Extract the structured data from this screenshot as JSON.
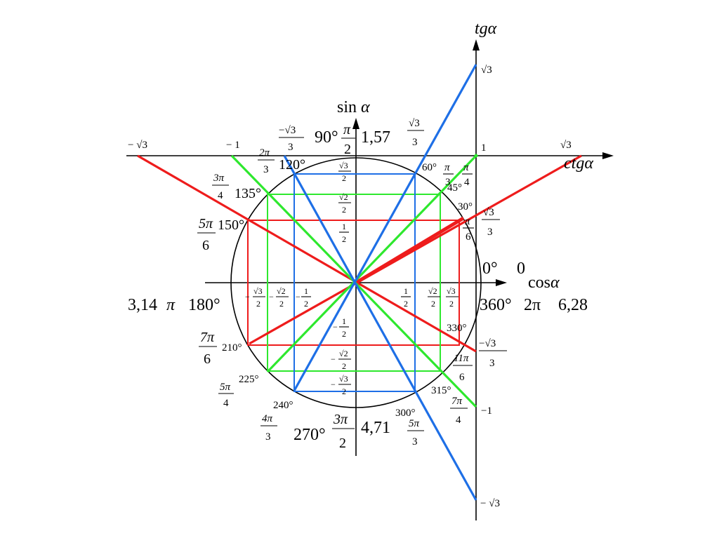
{
  "axes": {
    "sin_label": "sin",
    "cos_label": "cos",
    "tg_label": "tg",
    "ctg_label": "ctg",
    "alpha": "α"
  },
  "angles": {
    "deg_0": "0°",
    "rad_0": "0",
    "deg_30": "30°",
    "deg_45": "45°",
    "deg_60": "60°",
    "deg_90": "90°",
    "deg_120": "120°",
    "deg_135": "135°",
    "deg_150": "150°",
    "deg_180": "180°",
    "deg_210": "210°",
    "deg_225": "225°",
    "deg_240": "240°",
    "deg_270": "270°",
    "deg_300": "300°",
    "deg_315": "315°",
    "deg_330": "330°",
    "deg_360": "360°",
    "val_157": "1,57",
    "val_314": "3,14",
    "val_471": "4,71",
    "val_628": "6,28",
    "pi": "π",
    "two_pi": "2π"
  },
  "fractions": {
    "pi_over_2": {
      "num": "π",
      "den": "2"
    },
    "pi_over_3": {
      "num": "π",
      "den": "3"
    },
    "pi_over_4": {
      "num": "π",
      "den": "4"
    },
    "pi_over_6": {
      "num": "π",
      "den": "6"
    },
    "two_pi_3": {
      "num": "2π",
      "den": "3"
    },
    "three_pi_4": {
      "num": "3π",
      "den": "4"
    },
    "five_pi_6": {
      "num": "5π",
      "den": "6"
    },
    "seven_pi_6": {
      "num": "7π",
      "den": "6"
    },
    "five_pi_4": {
      "num": "5π",
      "den": "4"
    },
    "four_pi_3": {
      "num": "4π",
      "den": "3"
    },
    "three_pi_2": {
      "num": "3π",
      "den": "2"
    },
    "five_pi_3": {
      "num": "5π",
      "den": "3"
    },
    "seven_pi_4": {
      "num": "7π",
      "den": "4"
    },
    "eleven_pi_6": {
      "num": "11π",
      "den": "6"
    },
    "sqrt3_3": {
      "num": "√3",
      "den": "3"
    },
    "neg_sqrt3_3": {
      "num": "−√3",
      "den": "3"
    },
    "sqrt3_2": {
      "num": "√3",
      "den": "2"
    },
    "sqrt2_2": {
      "num": "√2",
      "den": "2"
    },
    "one_2": {
      "num": "1",
      "den": "2"
    },
    "neg_sqrt3_2": {
      "num": "√3",
      "den": "2"
    },
    "neg_sqrt2_2": {
      "num": "√2",
      "den": "2"
    },
    "neg_one_2": {
      "num": "1",
      "den": "2"
    }
  },
  "tg_values": {
    "sqrt3": "√3",
    "one": "1",
    "neg_one": "−1",
    "neg_sqrt3": "− √3"
  },
  "ctg_values": {
    "neg_sqrt3": "− √3",
    "neg_one": "− 1",
    "sqrt3": "√3"
  },
  "minus": "−",
  "colors": {
    "red": "#ee1c1c",
    "green": "#2ee82e",
    "blue": "#1e6fe6",
    "axis": "#000000"
  }
}
